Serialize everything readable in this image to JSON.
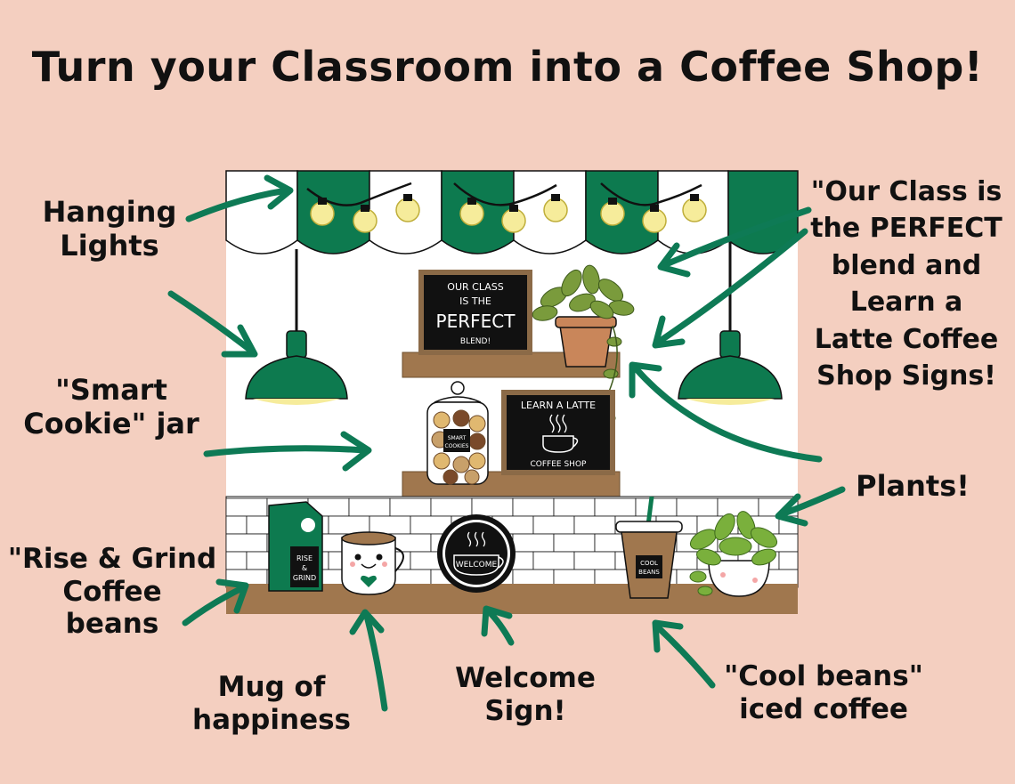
{
  "title": "Turn your Classroom into a Coffee Shop!",
  "colors": {
    "background": "#f4cfc0",
    "green": "#0d7a4f",
    "wood": "#a0774e",
    "chalkboard": "#111111",
    "bulb": "#f6ec9b"
  },
  "labels": {
    "hanging_lights": [
      "Hanging",
      "Lights"
    ],
    "smart_cookie": [
      "\"Smart",
      "Cookie\" jar"
    ],
    "rise_grind": [
      "\"Rise & Grind",
      "Coffee",
      "beans"
    ],
    "mug": [
      "Mug of",
      "happiness"
    ],
    "welcome": [
      "Welcome",
      "Sign!"
    ],
    "cool_beans": [
      "\"Cool beans\"",
      "iced coffee"
    ],
    "plants": [
      "Plants!"
    ],
    "signs": [
      "\"Our Class is",
      "the PERFECT",
      "blend and",
      "Learn a",
      "Latte Coffee",
      "Shop Signs!"
    ]
  },
  "scene": {
    "perfect_sign": [
      "OUR CLASS",
      "IS THE",
      "PERFECT",
      "BLEND!"
    ],
    "latte_sign": {
      "top": "LEARN A LATTE",
      "bottom": "COFFEE SHOP"
    },
    "cookie_jar_tag": [
      "SMART",
      "COOKIES"
    ],
    "coffee_bag_tag": [
      "RISE",
      "&",
      "GRIND"
    ],
    "welcome_sign": "WELCOME",
    "iced_coffee_tag": [
      "COOL",
      "BEANS"
    ]
  }
}
